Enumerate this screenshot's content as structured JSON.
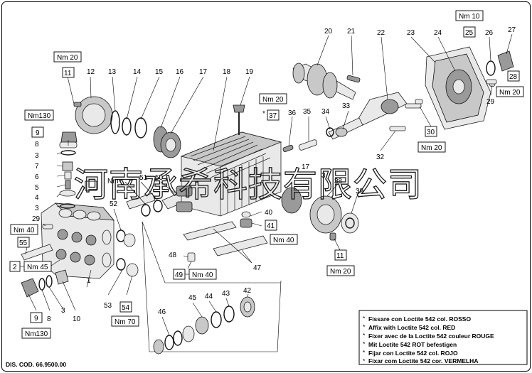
{
  "part_numbers": {
    "p1": "1",
    "p2": "2",
    "p3a": "3",
    "p3b": "3",
    "p3c": "3",
    "p4": "4",
    "p5": "5",
    "p6": "6",
    "p7": "7",
    "p8a": "8",
    "p8b": "8",
    "p9a": "9",
    "p9b": "9",
    "p10a": "10",
    "p10b": "10",
    "p11a": "11",
    "p11b": "11",
    "p12": "12",
    "p13": "13",
    "p14": "14",
    "p15": "15",
    "p16": "16",
    "p17a": "17",
    "p17b": "17",
    "p18": "18",
    "p19": "19",
    "p20": "20",
    "p21": "21",
    "p22": "22",
    "p23": "23",
    "p24": "24",
    "p25": "25",
    "p26": "26",
    "p27": "27",
    "p28": "28",
    "p29a": "29",
    "p29b": "29",
    "p30": "30",
    "p32": "32",
    "p33": "33",
    "p34": "34",
    "p35": "35",
    "p36": "36",
    "p37": "37",
    "p38": "38",
    "p39": "39",
    "p40": "40",
    "p41": "41",
    "p42": "42",
    "p43": "43",
    "p44": "44",
    "p45": "45",
    "p46": "46",
    "p47": "47",
    "p48": "48",
    "p49": "49",
    "p50": "50",
    "p51": "51",
    "p52": "52",
    "p53": "53",
    "p54": "54",
    "p55": "55"
  },
  "torque_labels": {
    "t_nm130_top": "Nm130",
    "t_nm40_left": "Nm 40",
    "t_nm45": "Nm 45",
    "t_nm130_bottom": "Nm130",
    "t_nm70": "Nm 70",
    "t_nm40_49": "Nm 40",
    "t_nm40_41": "Nm 40",
    "t_nm20_11top": "Nm 20",
    "t_nm20_11bottom": "Nm 20",
    "t_nm20_37": "Nm 20",
    "t_nm10": "Nm 10",
    "t_nm20_28": "Nm 20",
    "t_nm20_30": "Nm 20"
  },
  "fragment_labels": {
    "f_nm": "Nm",
    "f_10": "10",
    "f_3": "3"
  },
  "loctite_star": "*",
  "legend": {
    "lines": [
      "Fissare con Loctite 542 col. ROSSO",
      "Affix with Loctite 542 col. RED",
      "Fixer avec de la Loctite 542 couleur ROUGE",
      "Mit Loctite 542 ROT befestigen",
      "Fijar con Loctite 542 col. ROJO",
      "Fixar com Loctite 542 cor. VERMELHA"
    ]
  },
  "doc_code": "DIS. COD. 66.9500.00",
  "watermark": "河南承希科技有限公司"
}
